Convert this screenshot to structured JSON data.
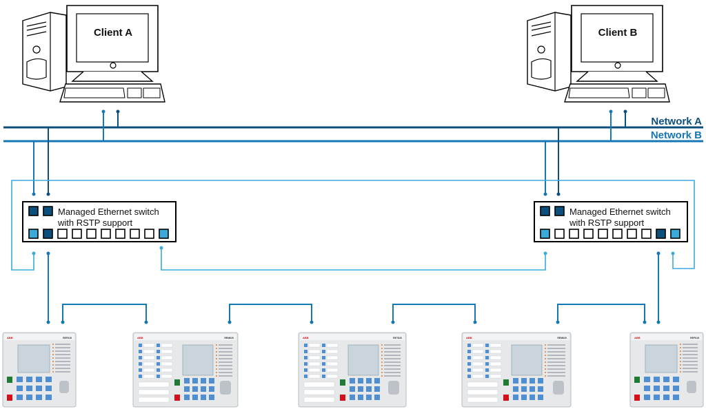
{
  "clients": [
    {
      "label": "Client A"
    },
    {
      "label": "Client B"
    }
  ],
  "networks": [
    {
      "label": "Network A",
      "color": "#0d4f7c"
    },
    {
      "label": "Network B",
      "color": "#1577b3"
    }
  ],
  "switches": [
    {
      "label_line1": "Managed Ethernet switch",
      "label_line2": "with RSTP support"
    },
    {
      "label_line1": "Managed Ethernet switch",
      "label_line2": "with RSTP support"
    }
  ],
  "ieds": [
    {
      "brand": "ABB",
      "model": "REF615"
    },
    {
      "brand": "ABB",
      "model": "REM620"
    },
    {
      "brand": "ABB",
      "model": "RET620"
    },
    {
      "brand": "ABB",
      "model": "REM620"
    },
    {
      "brand": "ABB",
      "model": "REF615"
    }
  ],
  "colors": {
    "network_a": "#0d4f7c",
    "network_b": "#1577b3",
    "ring": "#3aaad8",
    "port_dark": "#0d4f7c",
    "port_light": "#3aaad8",
    "brand_red": "#d4111a"
  },
  "icons": {
    "client": "desktop-computer-icon",
    "ied": "protection-relay-icon",
    "switch": "ethernet-switch-icon"
  }
}
